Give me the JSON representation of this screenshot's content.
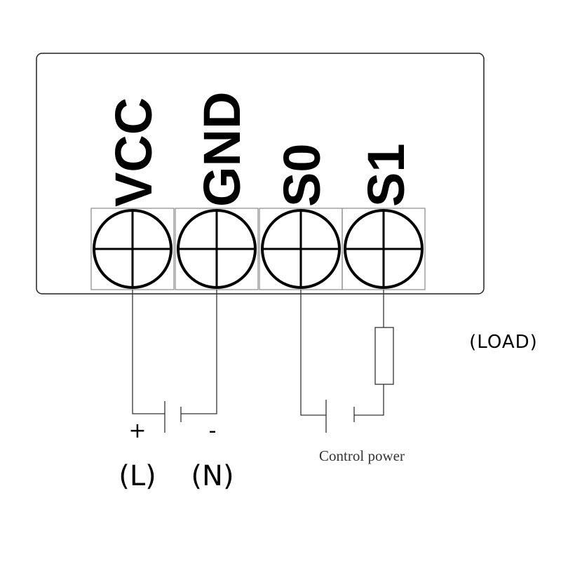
{
  "terminals": [
    {
      "id": "vcc",
      "label": "VCC"
    },
    {
      "id": "gnd",
      "label": "GND"
    },
    {
      "id": "s0",
      "label": "S0"
    },
    {
      "id": "s1",
      "label": "S1"
    }
  ],
  "power_supply": {
    "plus_sign": "+",
    "minus_sign": "-",
    "line_label": "(L)",
    "neutral_label": "(N)"
  },
  "load_label": "(LOAD)",
  "control_power_label": "Control power"
}
